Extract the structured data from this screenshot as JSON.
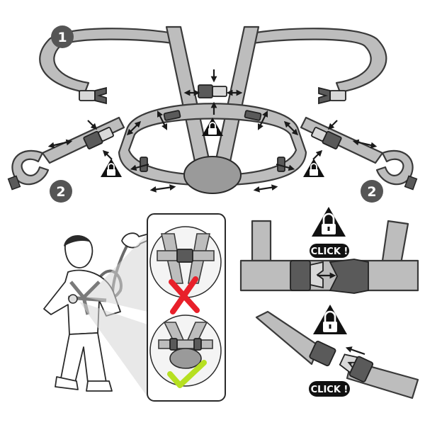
{
  "steps": {
    "step1": "1",
    "step2_left": "2",
    "step2_right": "2"
  },
  "callouts": {
    "click_upper": "CLICK !",
    "click_lower": "CLICK !"
  },
  "status_colors": {
    "wrong": "#e8202a",
    "correct": "#b6e021",
    "strap": "#bdbdbd",
    "buckle": "#5a5a5a",
    "badge": "#555555"
  },
  "icons": [
    "lock-warning-icon",
    "wrong-cross-icon",
    "correct-check-icon",
    "adjust-arrow-icon",
    "side-release-buckle-icon",
    "slide-adjuster-icon"
  ]
}
